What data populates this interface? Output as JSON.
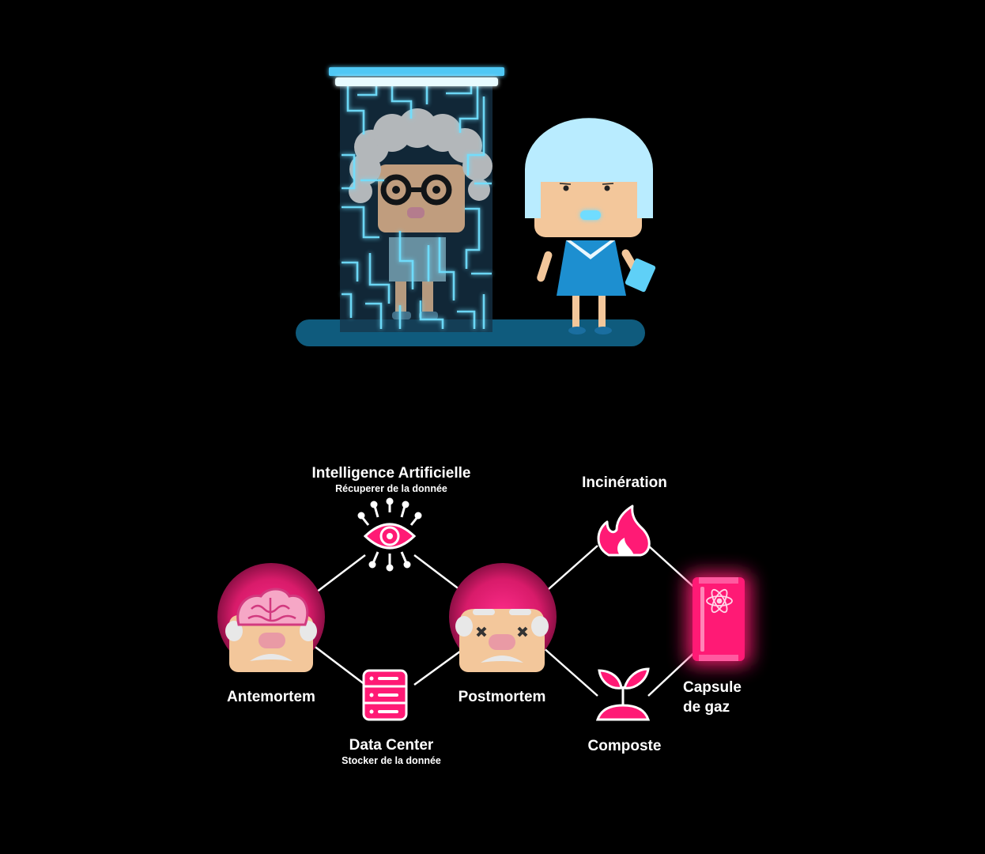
{
  "colors": {
    "accent": "#ff1a75",
    "cyan": "#4fc8f5",
    "skin": "#f3c79b",
    "background": "#000000"
  },
  "nodes": {
    "antemortem": {
      "label": "Antemortem"
    },
    "ai": {
      "title": "Intelligence Artificielle",
      "subtitle": "Récuperer de la donnée",
      "icon": "eye-circuit-icon"
    },
    "datacenter": {
      "title": "Data Center",
      "subtitle": "Stocker de la donnée",
      "icon": "server-icon"
    },
    "postmortem": {
      "label": "Postmortem"
    },
    "incineration": {
      "label": "Incinération",
      "icon": "flame-icon"
    },
    "compost": {
      "label": "Composte",
      "icon": "sprout-icon"
    },
    "capsule": {
      "label_line1": "Capsule",
      "label_line2": "de gaz",
      "icon": "gas-capsule-icon"
    }
  }
}
